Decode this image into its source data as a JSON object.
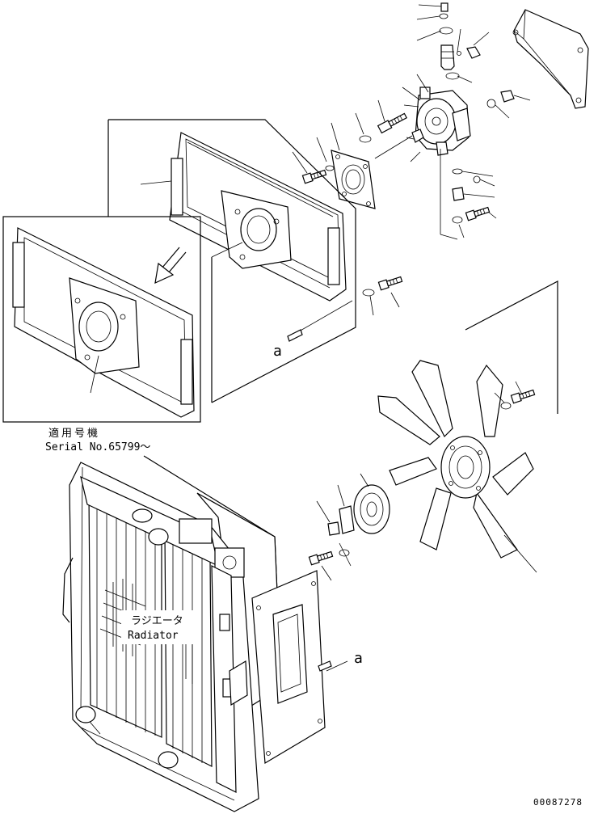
{
  "labels": {
    "serial_jp": "適用号機",
    "serial_en": "Serial No.65799～",
    "radiator_jp": "ラジエータ",
    "radiator_en": "Radiator",
    "ref_a_top": "a",
    "ref_a_bottom": "a",
    "drawing_no": "00087278"
  },
  "icons": [
    "radiator-assembly",
    "fan-blade",
    "fan-motor",
    "mounting-bracket",
    "shroud",
    "bolt",
    "washer",
    "fitting"
  ]
}
